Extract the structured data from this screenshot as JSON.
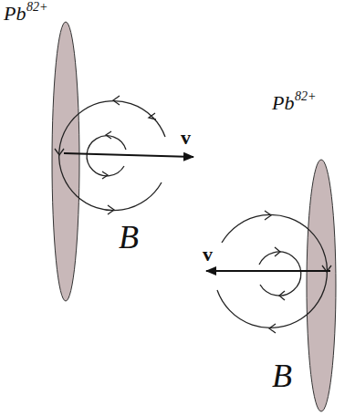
{
  "diagram": {
    "labels": [
      "Pb",
      "82+",
      "v",
      "B",
      "Pb",
      "82+",
      "v",
      "B"
    ]
  }
}
